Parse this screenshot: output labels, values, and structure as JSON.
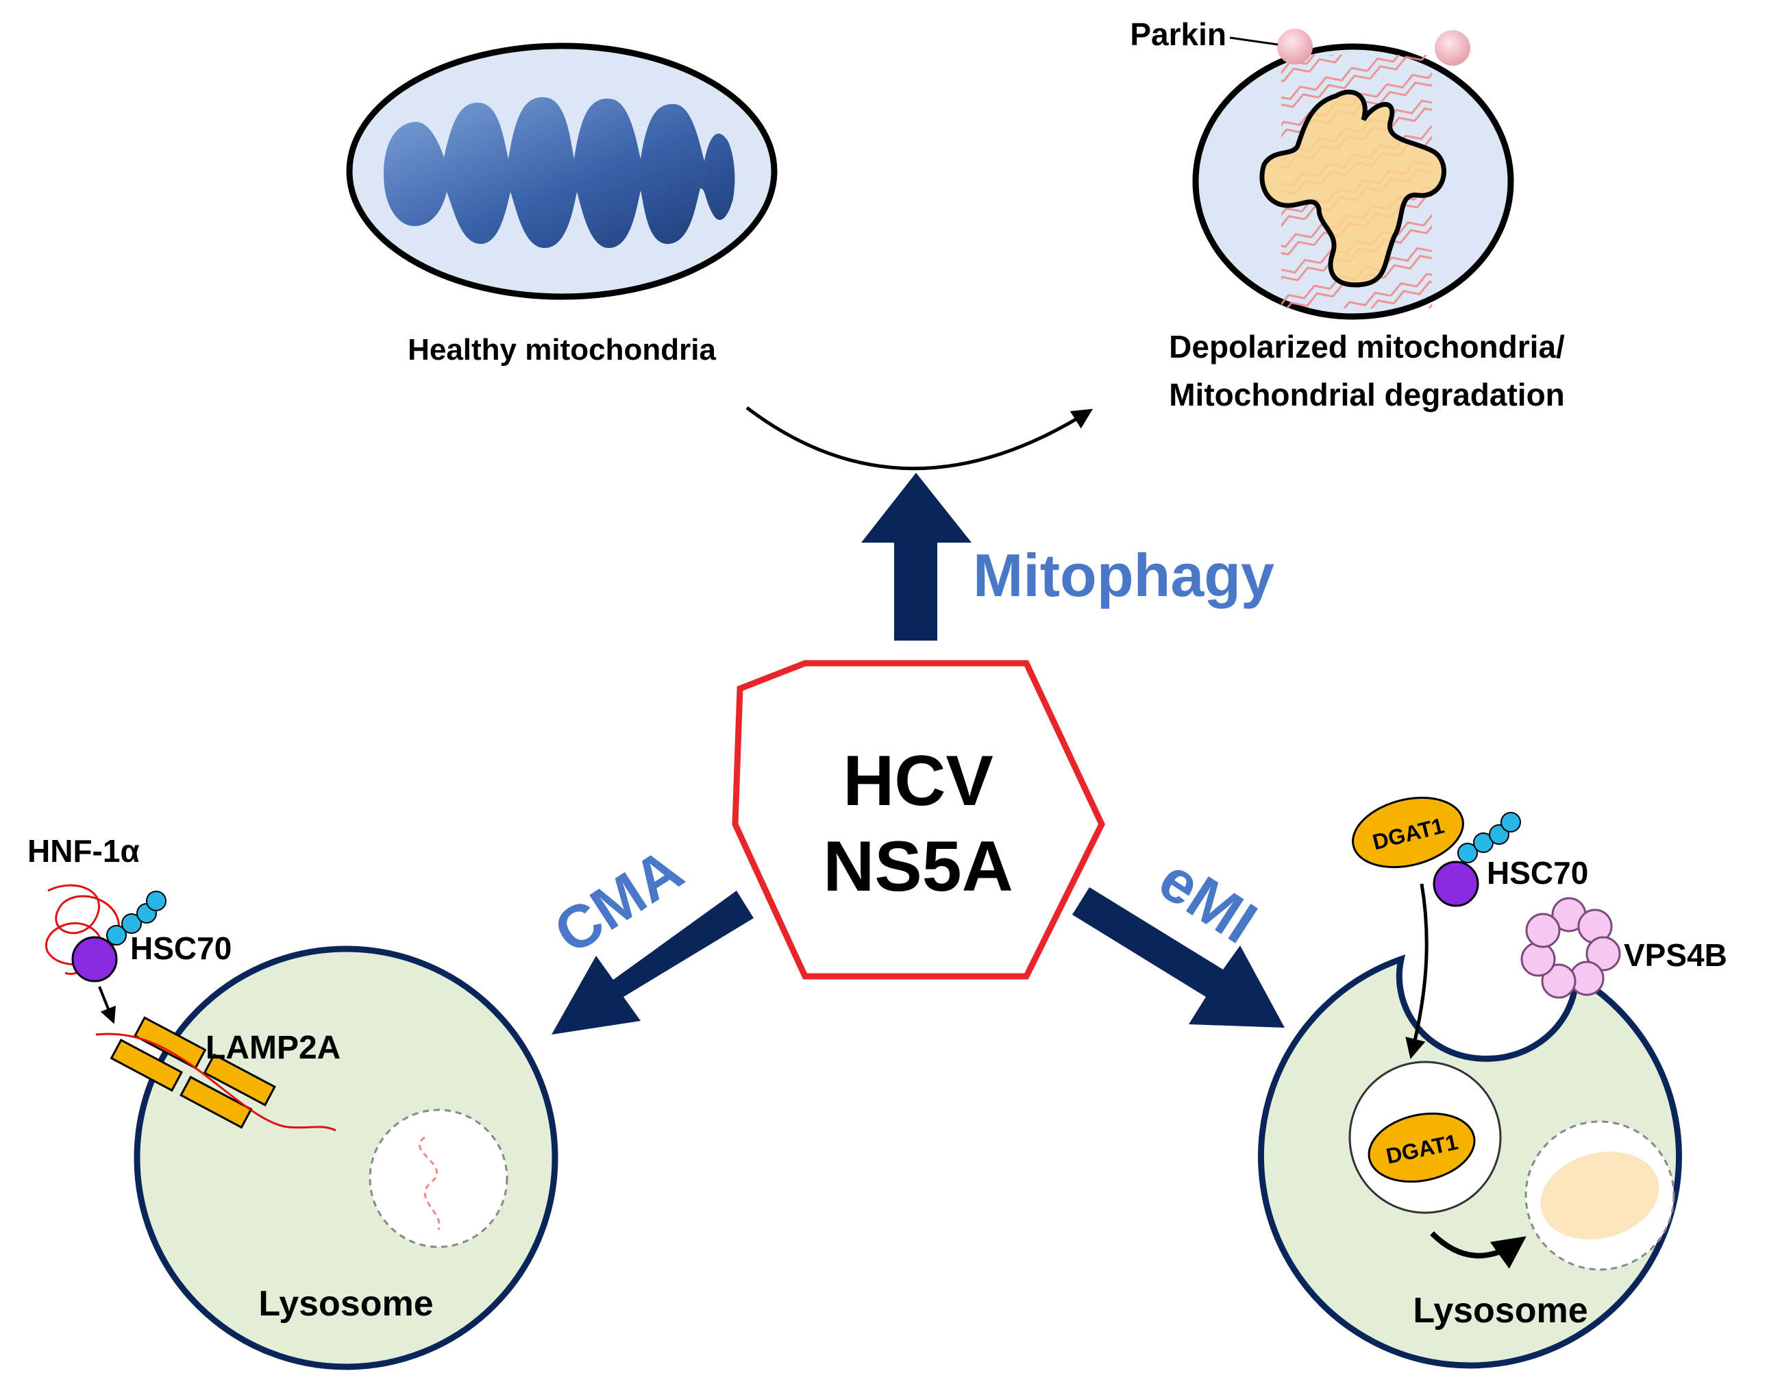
{
  "center": {
    "line1": "HCV",
    "line2": "NS5A"
  },
  "pathways": {
    "mitophagy": "Mitophagy",
    "cma": "CMA",
    "emi": "eMI"
  },
  "mitochondria": {
    "healthy_label": "Healthy mitochondria",
    "depolarized_label_line1": "Depolarized mitochondria/",
    "depolarized_label_line2": "Mitochondrial degradation",
    "parkin_label": "Parkin"
  },
  "cma_panel": {
    "substrate_label": "HNF-1α",
    "chaperone_label": "HSC70",
    "receptor_label": "LAMP2A",
    "lysosome_label": "Lysosome"
  },
  "emi_panel": {
    "substrate_label": "DGAT1",
    "chaperone_label": "HSC70",
    "escrt_label": "VPS4B",
    "inner_substrate_label": "DGAT1",
    "lysosome_label": "Lysosome"
  },
  "colors": {
    "navy": "#0a2559",
    "pathway_blue": "#4a78c8",
    "hexagon_red": "#e8262a",
    "lysosome_fill": "#e2eed8",
    "mito_fill": "#dbe7f5",
    "crista_blue": "#2d4f94",
    "dgat1_orange": "#f5b300",
    "hsc70_purple": "#8a2be2",
    "hsc70_cyan": "#27b6e6",
    "vps4b_pink": "#f4c8f0"
  }
}
